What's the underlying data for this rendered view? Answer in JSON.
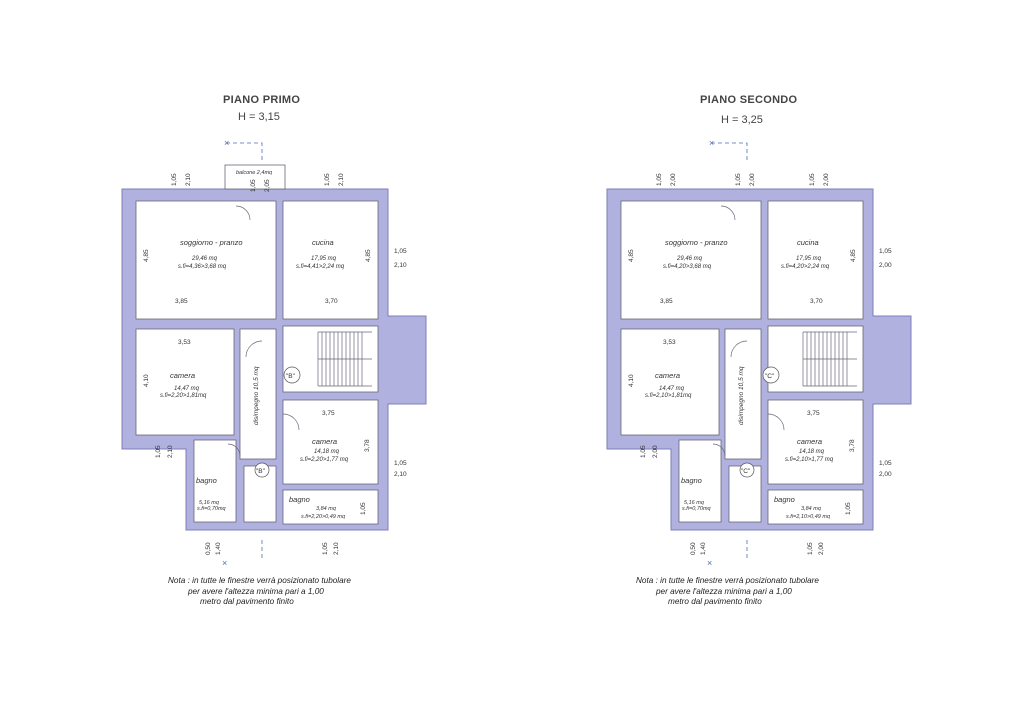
{
  "plans": [
    {
      "title": "PIANO PRIMO",
      "height": "H = 3,15",
      "balcony": "balcone 2,4mq",
      "rooms": {
        "soggiorno": {
          "name": "soggiorno - pranzo",
          "area": "29,46 mq",
          "window": "s.fi=4,36>3,68 mq"
        },
        "cucina": {
          "name": "cucina",
          "area": "17,95 mq",
          "window": "s.fi=4,41>2,24 mq"
        },
        "camera1": {
          "name": "camera",
          "area": "14,47 mq",
          "window": "s.fi=2,20>1,81mq"
        },
        "disimpegno": {
          "name": "disimpegno 10,5 mq"
        },
        "camera2": {
          "name": "camera",
          "area": "14,18 mq",
          "window": "s.fi=2,20>1,77 mq"
        },
        "bagno1": {
          "name": "bagno",
          "area": "5,16 mq",
          "window": "s.fi=0,70mq"
        },
        "bagno2": {
          "name": "bagno",
          "area": "3,84 mq",
          "window": "s.fi=2,20>0,49 mq"
        }
      },
      "markers": {
        "m1": "\"B\"",
        "m2": "\"B\""
      },
      "dims": {
        "d1": "3,85",
        "d2": "3,70",
        "d3": "4,85",
        "d4": "4,85",
        "d5": "3,53",
        "d6": "4,10",
        "d7": "3,75",
        "d8": "3,78",
        "w1a": "1,05",
        "w1b": "2,10",
        "w2a": "1,05",
        "w2b": "2,05",
        "w3a": "1,05",
        "w3b": "2,10",
        "w4a": "1,05",
        "w4b": "2,10",
        "w5a": "1,05",
        "w5b": "2,10",
        "w6a": "1,05",
        "w6b": "2,10",
        "w7a": "0,50",
        "w7b": "1,40",
        "w8a": "1,05",
        "w8b": "2,10",
        "w9": "1,05"
      }
    },
    {
      "title": "PIANO SECONDO",
      "height": "H = 3,25",
      "balcony": "",
      "rooms": {
        "soggiorno": {
          "name": "soggiorno - pranzo",
          "area": "29,46 mq",
          "window": "s.fi=4,20>3,68 mq"
        },
        "cucina": {
          "name": "cucina",
          "area": "17,95 mq",
          "window": "s.fi=4,20>2,24 mq"
        },
        "camera1": {
          "name": "camera",
          "area": "14,47 mq",
          "window": "s.fi=2,10>1,81mq"
        },
        "disimpegno": {
          "name": "disimpegno 10,5 mq"
        },
        "camera2": {
          "name": "camera",
          "area": "14,18 mq",
          "window": "s.fi=2,10>1,77 mq"
        },
        "bagno1": {
          "name": "bagno",
          "area": "5,16 mq",
          "window": "s.fi=0,70mq"
        },
        "bagno2": {
          "name": "bagno",
          "area": "3,84 mq",
          "window": "s.fi=2,10>0,49 mq"
        }
      },
      "markers": {
        "m1": "\"C\"",
        "m2": "\"C\""
      },
      "dims": {
        "d1": "3,85",
        "d2": "3,70",
        "d3": "4,85",
        "d4": "4,85",
        "d5": "3,53",
        "d6": "4,10",
        "d7": "3,75",
        "d8": "3,78",
        "w1a": "1,05",
        "w1b": "2,00",
        "w2a": "1,05",
        "w2b": "2,00",
        "w3a": "1,05",
        "w3b": "2,00",
        "w4a": "1,05",
        "w4b": "2,00",
        "w5a": "1,05",
        "w5b": "2,00",
        "w6a": "1,05",
        "w6b": "2,00",
        "w7a": "0,50",
        "w7b": "1,40",
        "w8a": "1,05",
        "w8b": "2,00",
        "w9": "1,05"
      }
    }
  ],
  "note": {
    "line1": "Nota : in tutte le finestre verrà posizionato tubolare",
    "line2": "per avere l'altezza minima pari a 1,00",
    "line3": "metro dal pavimento finito"
  },
  "colors": {
    "wall": "#b1b1df",
    "wall_stroke": "#7d7dbb",
    "line": "#555566",
    "section": "#4a6fb5"
  }
}
